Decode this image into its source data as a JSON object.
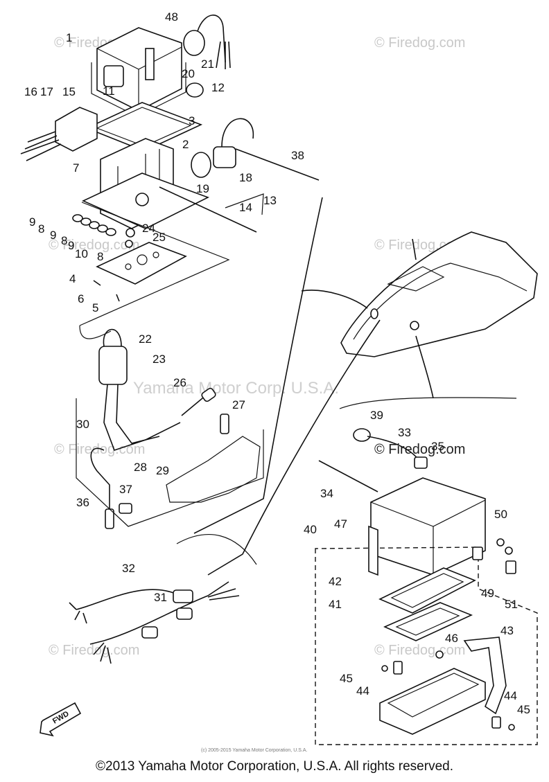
{
  "watermarks": {
    "firedog": "© Firedog.com",
    "center": "Yamaha Motor Corp. U.S.A.",
    "small_copyright": "(c) 2005-2015 Yamaha Motor Corporation, U.S.A."
  },
  "direction_badge": "FWD",
  "footer": "©2013 Yamaha Motor Corporation, U.S.A. All rights reserved.",
  "callouts": [
    "1",
    "48",
    "20",
    "21",
    "12",
    "16",
    "17",
    "15",
    "11",
    "3",
    "2",
    "38",
    "7",
    "18",
    "19",
    "9",
    "8",
    "9",
    "8",
    "9",
    "10",
    "8",
    "24",
    "25",
    "14",
    "13",
    "4",
    "6",
    "5",
    "22",
    "23",
    "26",
    "27",
    "30",
    "28",
    "29",
    "36",
    "37",
    "39",
    "33",
    "35",
    "34",
    "47",
    "40",
    "50",
    "42",
    "49",
    "41",
    "51",
    "43",
    "46",
    "45",
    "44",
    "44",
    "45",
    "32",
    "31"
  ]
}
